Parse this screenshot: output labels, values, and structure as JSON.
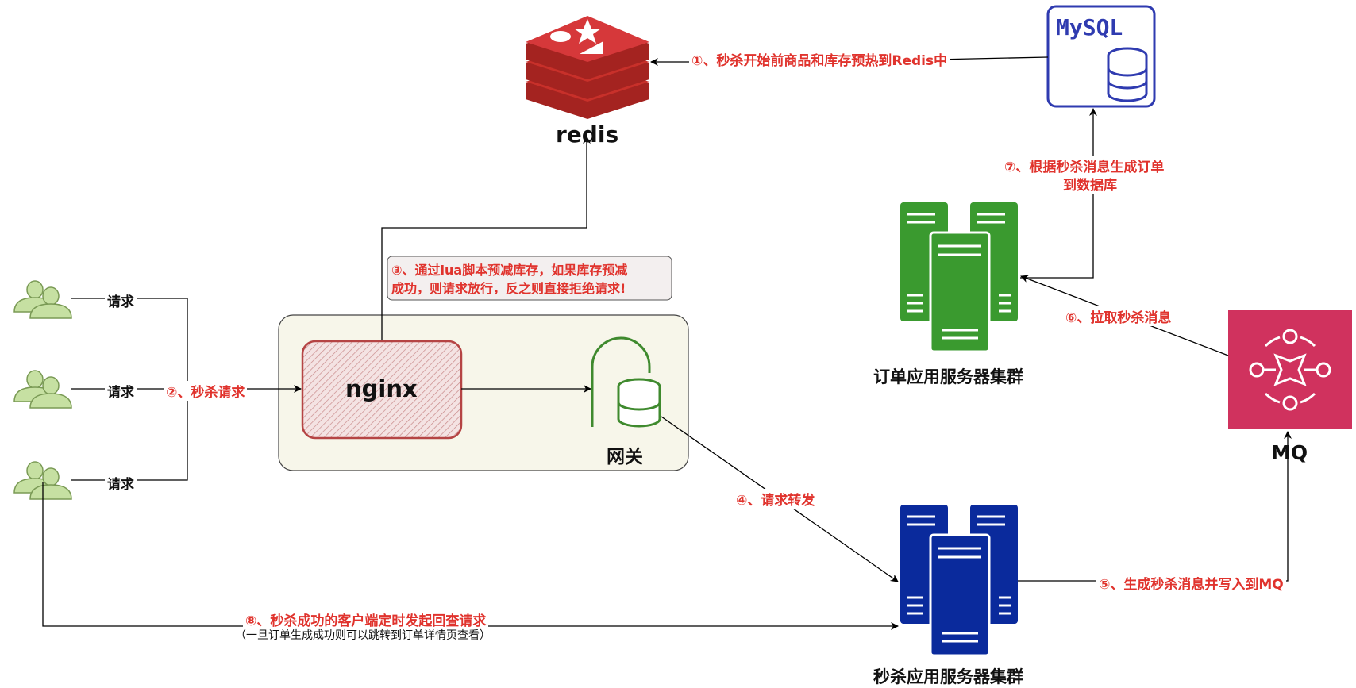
{
  "nodes": {
    "redis": "redis",
    "mysql": "MySQL",
    "nginx": "nginx",
    "gateway": "网关",
    "order_cluster": "订单应用服务器集群",
    "seckill_cluster": "秒杀应用服务器集群",
    "mq": "MQ"
  },
  "users": {
    "request_label": "请求"
  },
  "steps": {
    "s1": "①、秒杀开始前商品和库存预热到Redis中",
    "s2": "②、秒杀请求",
    "s3_line1": "③、通过lua脚本预减库存，如果库存预减",
    "s3_line2": "成功，则请求放行，反之则直接拒绝请求!",
    "s4": "④、请求转发",
    "s5": "⑤、生成秒杀消息并写入到MQ",
    "s6": "⑥、拉取秒杀消息",
    "s7_line1": "⑦、根据秒杀消息生成订单",
    "s7_line2": "到数据库",
    "s8": "⑧、秒杀成功的客户端定时发起回查请求",
    "s8_note": "（一旦订单生成成功则可以跳转到订单详情页查看）"
  },
  "colors": {
    "redis": "#c8302a",
    "mysql": "#2f3bb0",
    "order_server": "#3a9a2f",
    "seckill_server": "#0a2a9c",
    "mq": "#d0325e",
    "gateway": "#3f8a2e",
    "user": "#c6e0a2",
    "step_text": "#e0332d"
  }
}
